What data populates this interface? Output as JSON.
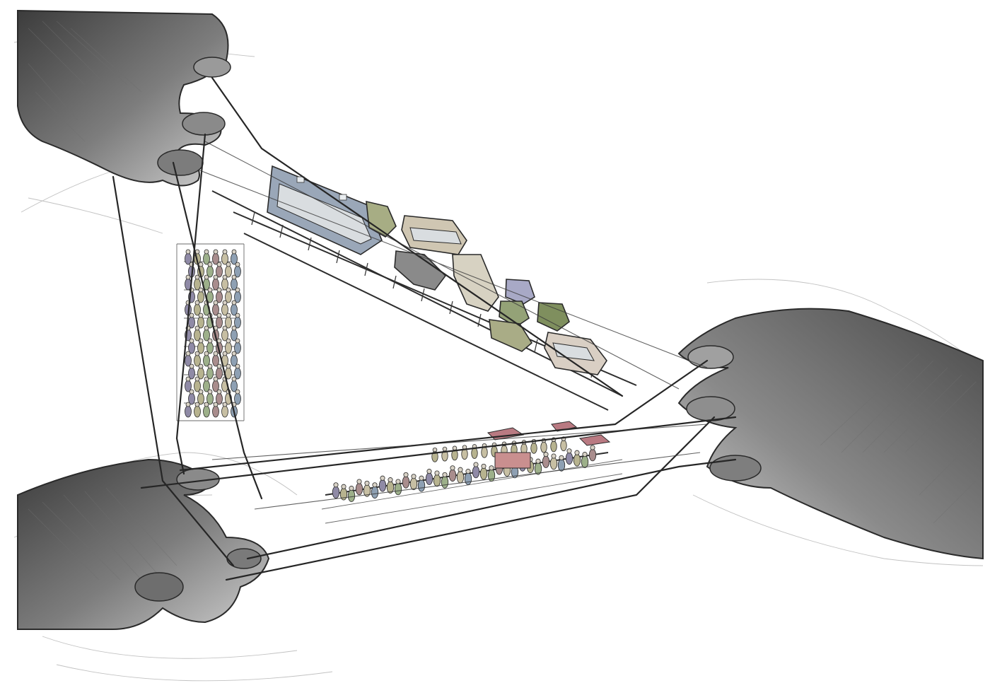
{
  "scene": {
    "palette": {
      "paper": "#ffffff",
      "hand_shadow": "#4a4a4a",
      "hand_mid": "#8c8c8c",
      "hand_light": "#cfcfcf",
      "string": "#262626",
      "bus": "#9aa7b8",
      "van": "#cfc6b2",
      "olive": "#8f9a6c",
      "crowd": [
        "#8f8aa6",
        "#b7b38f",
        "#9db08a",
        "#a98d8d",
        "#c7bfa3",
        "#8ea0b3"
      ],
      "stall_roof": "#b97a82"
    },
    "elements": [
      "hand-top-left",
      "hand-bottom-left",
      "hand-right",
      "string-figure",
      "road-with-traffic",
      "crowd-column",
      "market-strip"
    ]
  }
}
